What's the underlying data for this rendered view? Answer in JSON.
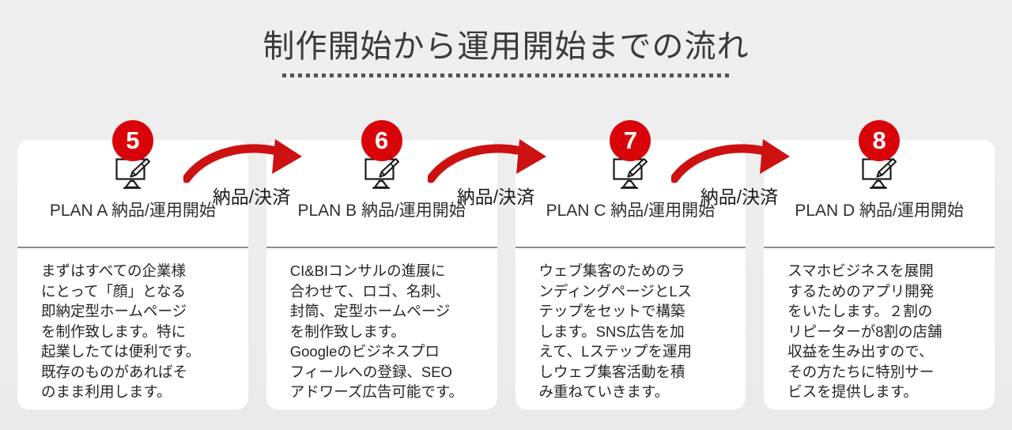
{
  "page": {
    "title": "制作開始から運用開始までの流れ",
    "background_color": "#eeeeee",
    "accent_color": "#d9040a",
    "text_color": "#2f2f2f"
  },
  "cards": [
    {
      "badge": "5",
      "icon": "monitor-brush-icon",
      "heading": "PLAN A 納品/運用開始",
      "body_lines": [
        "まずはすべての企業様",
        "にとって「顔」となる",
        "即納定型ホームページ",
        "を制作致します。特に",
        "起業したては便利です。",
        "既存のものがあればそ",
        "のまま利用します。"
      ]
    },
    {
      "badge": "6",
      "icon": "monitor-brush-icon",
      "heading": "PLAN B 納品/運用開始",
      "body_lines": [
        "CI&BIコンサルの進展に",
        "合わせて、ロゴ、名刺、",
        "封筒、定型ホームページ",
        "を制作致します。",
        "Googleのビジネスプロ",
        "フィールへの登録、SEO",
        "アドワーズ広告可能です。"
      ]
    },
    {
      "badge": "7",
      "icon": "monitor-brush-icon",
      "heading": "PLAN C 納品/運用開始",
      "body_lines": [
        "ウェブ集客のためのラ",
        "ンディングページとLス",
        "テップをセットで構築",
        "します。SNS広告を加",
        "えて、Lステップを運用",
        "しウェブ集客活動を積",
        "み重ねていきます。"
      ]
    },
    {
      "badge": "8",
      "icon": "monitor-brush-icon",
      "heading": "PLAN D 納品/運用開始",
      "body_lines": [
        "スマホビジネスを展開",
        "するためのアプリ開発",
        "をいたします。２割の",
        "リピーターが8割の店舗",
        "収益を生み出すので、",
        "その方たちに特別サー",
        "ビスを提供します。"
      ]
    }
  ],
  "arrows": [
    {
      "label": "納品/決済",
      "icon": "curved-arrow-right-icon"
    },
    {
      "label": "納品/決済",
      "icon": "curved-arrow-right-icon"
    },
    {
      "label": "納品/決済",
      "icon": "curved-arrow-right-icon"
    }
  ]
}
